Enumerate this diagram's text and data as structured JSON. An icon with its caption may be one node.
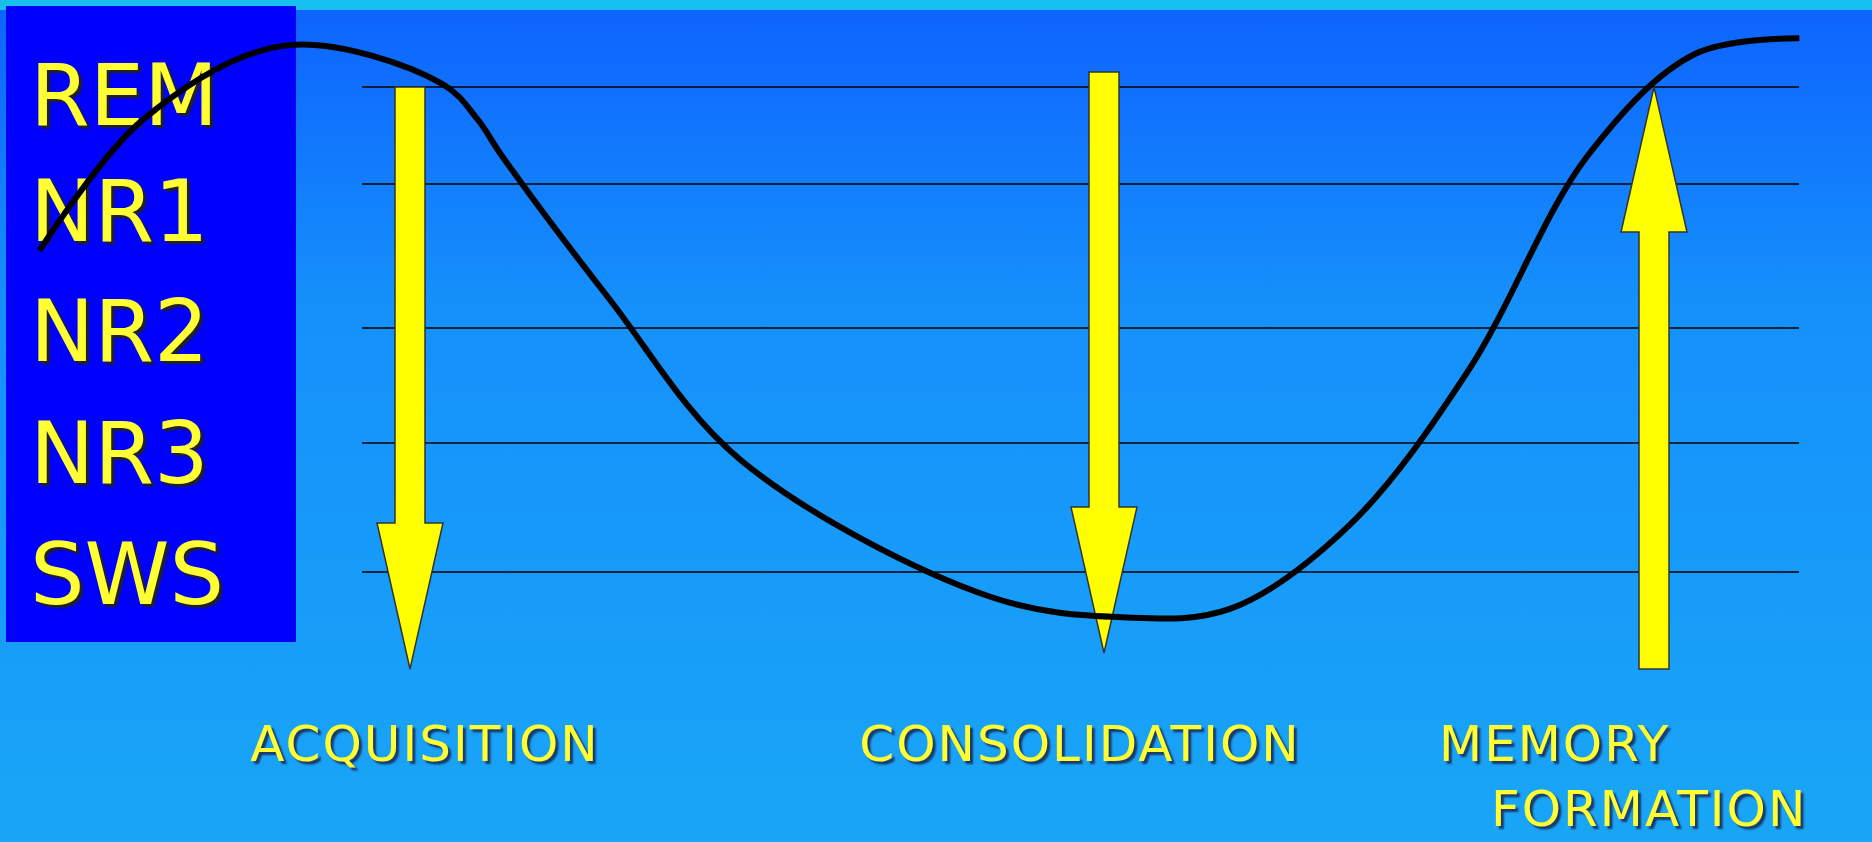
{
  "diagram": {
    "nodes": [
      {
        "text": [
          "REM",
          "NR1",
          "NR2",
          "NR3",
          "SWS"
        ]
      }
    ],
    "labels": [
      "ACQUISITION",
      "CONSOLIDATION",
      "MEMORY FORMATION"
    ]
  }
}
